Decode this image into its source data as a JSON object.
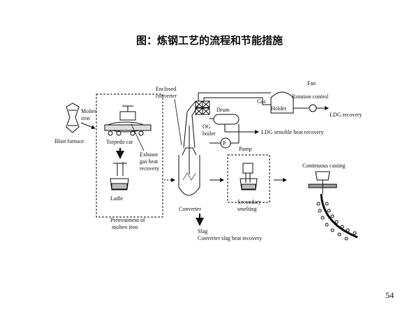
{
  "title": "图：炼钢工艺的流程和节能措施",
  "page_number": "54",
  "labels": {
    "blast_furnace": "Blast furnace",
    "molten_iron": [
      "Molten",
      "iron"
    ],
    "torpedo_car": "Torpedo car",
    "exhaust_gas": [
      "Exhaust",
      "gas heat",
      "recovery"
    ],
    "ladle": "Ladle",
    "pretreatment": [
      "Pretreatment of",
      "molten iron"
    ],
    "enclosed_converter": [
      "Enclosed",
      "converter"
    ],
    "drum": "Drum",
    "og_boiler": [
      "OG",
      "boiler"
    ],
    "pump_symbol": "P",
    "pump": "Pump",
    "converter": "Converter",
    "slag": "Slag",
    "slag_recovery": "Converter slag heat recovery",
    "gas_holder": [
      "Gas",
      "Holder"
    ],
    "fan": "Fan",
    "rotation_control": "Rotation control",
    "ldg_recovery": "LDG recovery",
    "ldg_sensible": "LDG sensible heat recovery",
    "secondary_smelting": [
      "Secondary",
      "smelting"
    ],
    "continuous_casting": "Continuous casting"
  }
}
